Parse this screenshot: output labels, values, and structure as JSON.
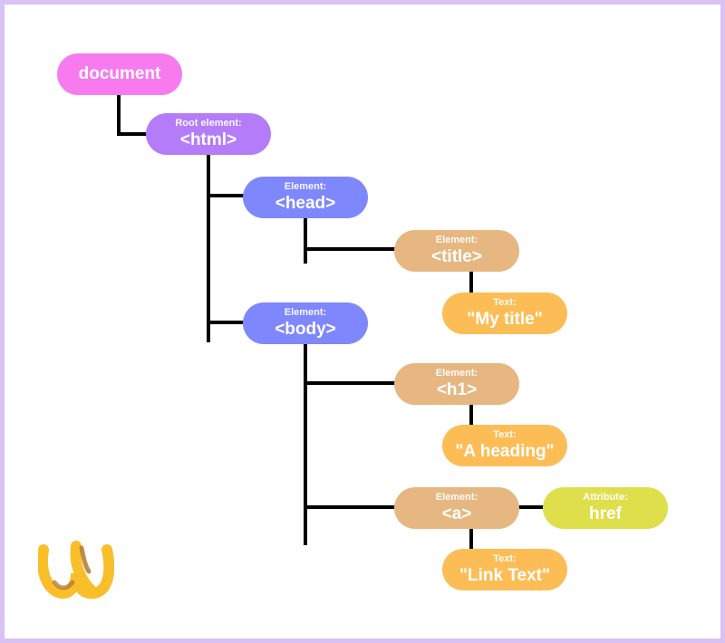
{
  "colors": {
    "frame_border": "#d9c2f4",
    "document": "#f77bee",
    "root_element": "#b47cf8",
    "element_blue": "#7f87fc",
    "element_tan": "#e6b781",
    "text_node": "#fdbd56",
    "attribute": "#dfde4b",
    "connector": "#000000",
    "logo": "#f9bf2b"
  },
  "nodes": {
    "document": {
      "tag": "document"
    },
    "html": {
      "label": "Root element:",
      "tag": "<html>"
    },
    "head": {
      "label": "Element:",
      "tag": "<head>"
    },
    "title": {
      "label": "Element:",
      "tag": "<title>"
    },
    "title_text": {
      "label": "Text:",
      "tag": "\"My title\""
    },
    "body": {
      "label": "Element:",
      "tag": "<body>"
    },
    "h1": {
      "label": "Element:",
      "tag": "<h1>"
    },
    "h1_text": {
      "label": "Text:",
      "tag": "\"A heading\""
    },
    "a": {
      "label": "Element:",
      "tag": "<a>"
    },
    "a_attribute": {
      "label": "Attribute:",
      "tag": "href"
    },
    "a_text": {
      "label": "Text:",
      "tag": "\"Link Text\""
    }
  },
  "logo": {
    "icon": "logo-icon"
  }
}
